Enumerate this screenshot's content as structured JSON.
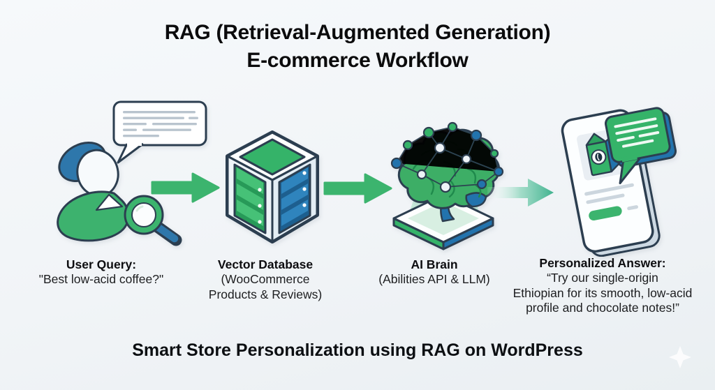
{
  "title": {
    "line1": "RAG (Retrieval-Augmented Generation)",
    "line2": "E-commerce Workflow"
  },
  "stages": [
    {
      "name": "user-query",
      "icon": "person-with-magnifier-and-speech-bubble-icon",
      "heading": "User Query:",
      "lines": [
        "\"Best low-acid coffee?\""
      ]
    },
    {
      "name": "vector-database",
      "icon": "isometric-database-cube-icon",
      "heading": "Vector Database",
      "lines": [
        "(WooCommerce",
        "Products & Reviews)"
      ]
    },
    {
      "name": "ai-brain",
      "icon": "brain-on-platform-icon",
      "heading": "AI Brain",
      "lines": [
        "(Abilities API & LLM)"
      ]
    },
    {
      "name": "personalized-answer",
      "icon": "phone-with-chat-bubble-icon",
      "heading": "Personalized Answer:",
      "lines": [
        "“Try our single-origin",
        "Ethiopian for its smooth, low-acid",
        "profile and chocolate notes!”"
      ]
    }
  ],
  "arrows": [
    {
      "style": "solid-green"
    },
    {
      "style": "solid-green"
    },
    {
      "style": "gradient-teal"
    }
  ],
  "footer": {
    "caption": "Smart Store Personalization using RAG on WordPress"
  },
  "colors": {
    "green": "#35b369",
    "blue": "#2273ad",
    "outline": "#2c3e50",
    "arrow_green": "#3cb46e",
    "arrow_teal_end": "#3fb28e",
    "background": "#f1f4f6"
  }
}
